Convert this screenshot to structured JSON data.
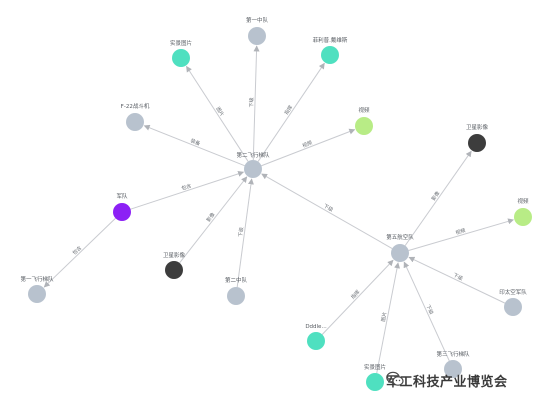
{
  "colors": {
    "gray": "#b8c2ce",
    "teal": "#4fe0c0",
    "lime": "#b8ec86",
    "dark": "#3d3d3d",
    "purple": "#8c20f5",
    "edge": "#c9cbd0"
  },
  "nodes": [
    {
      "id": "n_plane2",
      "label": "第二飞行梯队",
      "color": "gray"
    },
    {
      "id": "n_img_top",
      "label": "实景图片",
      "color": "teal"
    },
    {
      "id": "n_mid1",
      "label": "第一中队",
      "color": "gray"
    },
    {
      "id": "n_fr",
      "label": "菲利普.戴维斯",
      "color": "teal"
    },
    {
      "id": "n_f22",
      "label": "F-22战斗机",
      "color": "gray"
    },
    {
      "id": "n_video1",
      "label": "视频",
      "color": "lime"
    },
    {
      "id": "n_army",
      "label": "军队",
      "color": "purple"
    },
    {
      "id": "n_sat1",
      "label": "卫星影像",
      "color": "dark"
    },
    {
      "id": "n_mid2",
      "label": "第二中队",
      "color": "gray"
    },
    {
      "id": "n_plane1",
      "label": "第一飞行梯队",
      "color": "gray"
    },
    {
      "id": "n_carrier5",
      "label": "第五航空队",
      "color": "gray"
    },
    {
      "id": "n_sat2",
      "label": "卫星影像",
      "color": "dark"
    },
    {
      "id": "n_video2",
      "label": "视频",
      "color": "lime"
    },
    {
      "id": "n_space",
      "label": "印太空军队",
      "color": "gray"
    },
    {
      "id": "n_ddd",
      "label": "Dddle...",
      "color": "teal"
    },
    {
      "id": "n_img_bot",
      "label": "实景图片",
      "color": "teal"
    },
    {
      "id": "n_plane3",
      "label": "第三飞行梯队",
      "color": "gray"
    }
  ],
  "edges": [
    {
      "from": "n_plane2",
      "to": "n_img_top",
      "label": "图片"
    },
    {
      "from": "n_plane2",
      "to": "n_mid1",
      "label": "下级"
    },
    {
      "from": "n_plane2",
      "to": "n_fr",
      "label": "指挥"
    },
    {
      "from": "n_plane2",
      "to": "n_f22",
      "label": "装备"
    },
    {
      "from": "n_plane2",
      "to": "n_video1",
      "label": "视频"
    },
    {
      "from": "n_army",
      "to": "n_plane2",
      "label": "包含"
    },
    {
      "from": "n_sat1",
      "to": "n_plane2",
      "label": "影像"
    },
    {
      "from": "n_mid2",
      "to": "n_plane2",
      "label": "下级"
    },
    {
      "from": "n_army",
      "to": "n_plane1",
      "label": "包含"
    },
    {
      "from": "n_carrier5",
      "to": "n_plane2",
      "label": "下级"
    },
    {
      "from": "n_carrier5",
      "to": "n_sat2",
      "label": "影像"
    },
    {
      "from": "n_carrier5",
      "to": "n_video2",
      "label": "视频"
    },
    {
      "from": "n_space",
      "to": "n_carrier5",
      "label": "下级"
    },
    {
      "from": "n_ddd",
      "to": "n_carrier5",
      "label": "指挥"
    },
    {
      "from": "n_img_bot",
      "to": "n_carrier5",
      "label": "图片"
    },
    {
      "from": "n_plane3",
      "to": "n_carrier5",
      "label": "下级"
    }
  ],
  "watermark": {
    "text": "军工科技产业博览会",
    "icon": "wechat-icon"
  }
}
